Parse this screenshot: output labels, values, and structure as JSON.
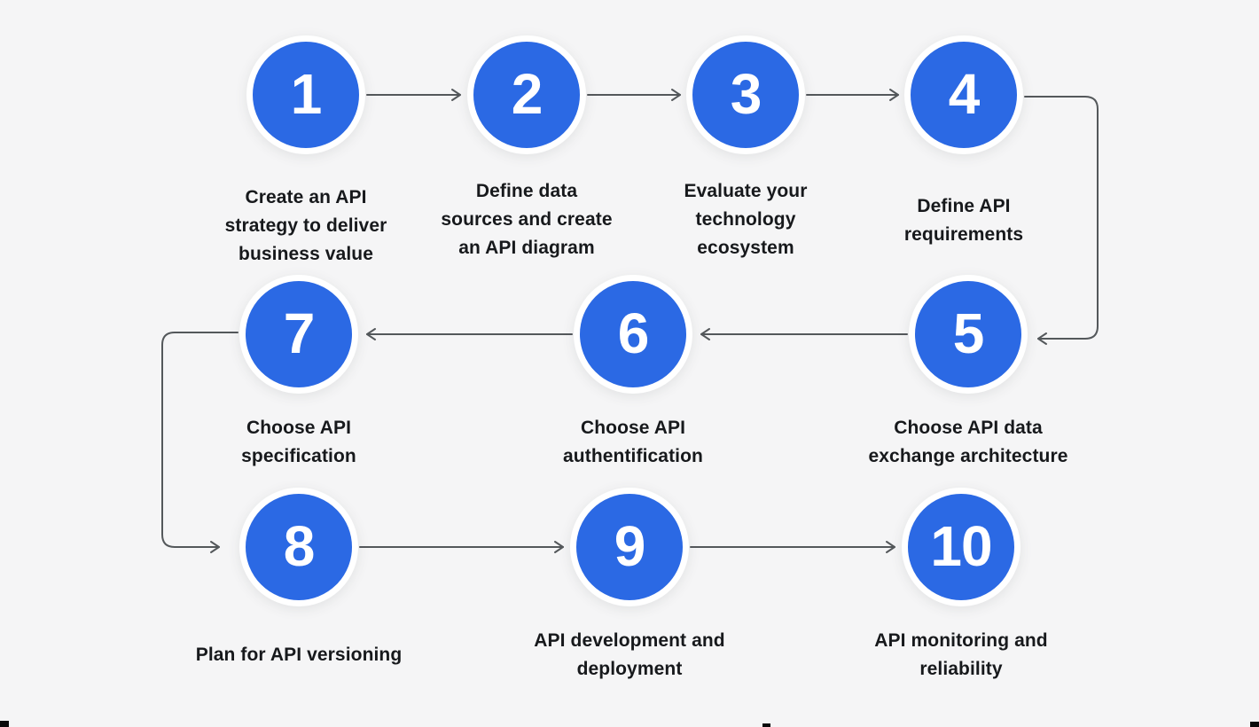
{
  "steps": [
    {
      "number": "1",
      "label": "Create an API\nstrategy to deliver\nbusiness value"
    },
    {
      "number": "2",
      "label": "Define data\nsources and create\nan API diagram"
    },
    {
      "number": "3",
      "label": "Evaluate your\ntechnology\necosystem"
    },
    {
      "number": "4",
      "label": "Define API\nrequirements"
    },
    {
      "number": "5",
      "label": "Choose API data\nexchange architecture"
    },
    {
      "number": "6",
      "label": "Choose API\nauthentification"
    },
    {
      "number": "7",
      "label": "Choose API\nspecification"
    },
    {
      "number": "8",
      "label": "Plan for API versioning"
    },
    {
      "number": "9",
      "label": "API development and\ndeployment"
    },
    {
      "number": "10",
      "label": "API monitoring and\nreliability"
    }
  ],
  "connections": [
    {
      "from": "1",
      "to": "2"
    },
    {
      "from": "2",
      "to": "3"
    },
    {
      "from": "3",
      "to": "4"
    },
    {
      "from": "4",
      "to": "5"
    },
    {
      "from": "5",
      "to": "6"
    },
    {
      "from": "6",
      "to": "7"
    },
    {
      "from": "7",
      "to": "8"
    },
    {
      "from": "8",
      "to": "9"
    },
    {
      "from": "9",
      "to": "10"
    }
  ],
  "colors": {
    "background": "#f5f5f6",
    "circle_fill": "#2b69e4",
    "circle_ring": "#ffffff",
    "number_text": "#ffffff",
    "label_text": "#17191c",
    "arrow": "#54585b"
  }
}
